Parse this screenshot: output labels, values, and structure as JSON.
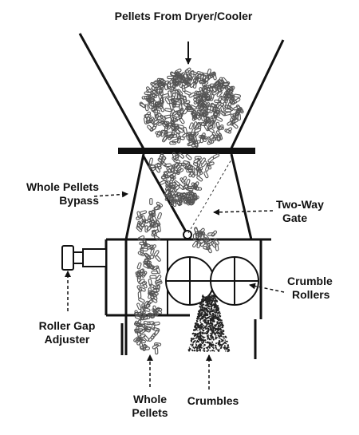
{
  "labels": {
    "top": "Pellets From Dryer/Cooler",
    "bypass": [
      "Whole Pellets",
      "Bypass"
    ],
    "gate": [
      "Two-Way",
      "Gate"
    ],
    "rollers": [
      "Crumble",
      "Rollers"
    ],
    "adjuster": [
      "Roller Gap",
      "Adjuster"
    ],
    "whole": [
      "Whole",
      "Pellets"
    ],
    "crumbles": "Crumbles"
  },
  "colors": {
    "line": "#111111",
    "pellet": "#555555",
    "background": "#ffffff"
  }
}
